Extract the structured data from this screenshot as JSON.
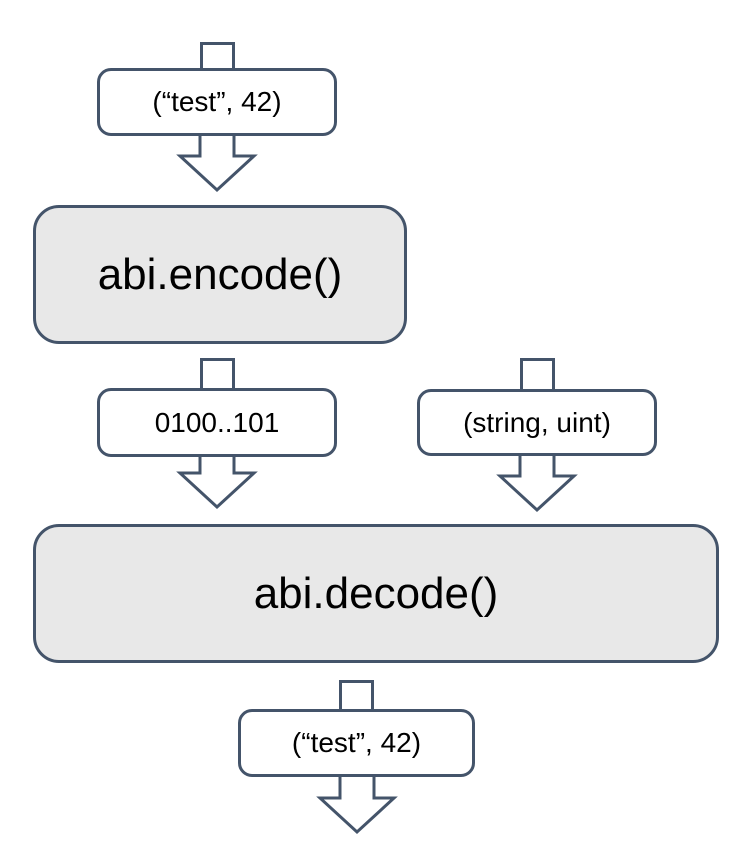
{
  "diagram": {
    "type": "flowchart",
    "nodes": {
      "input_top": {
        "label": "(“test”, 42)"
      },
      "encode": {
        "label": "abi.encode()"
      },
      "encoded_bytes": {
        "label": "0100..101"
      },
      "types": {
        "label": "(string, uint)"
      },
      "decode": {
        "label": "abi.decode()"
      },
      "output": {
        "label": "(“test”, 42)"
      }
    },
    "edges": [
      {
        "from": "input_top",
        "to": "encode"
      },
      {
        "from": "encode",
        "to": "encoded_bytes"
      },
      {
        "from": "encoded_bytes",
        "to": "decode"
      },
      {
        "from": "types",
        "to": "decode"
      },
      {
        "from": "decode",
        "to": "output"
      }
    ],
    "colors": {
      "stroke": "#44546A",
      "process_fill": "#E8E8E8",
      "label_fill": "#FFFFFF",
      "text": "#000000"
    }
  }
}
